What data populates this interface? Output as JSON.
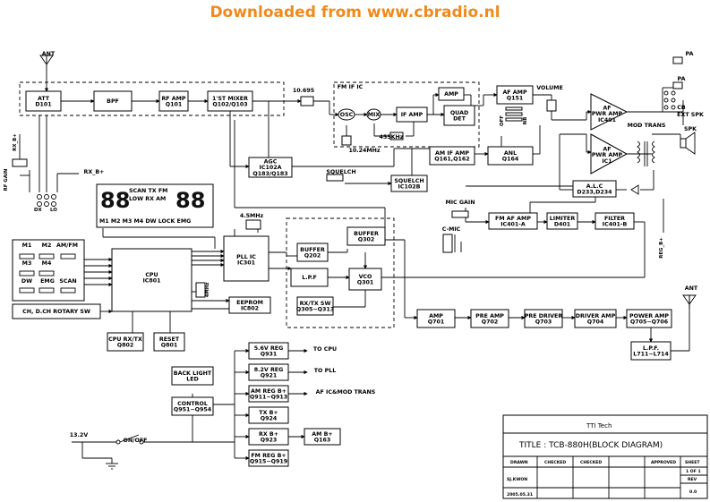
{
  "banner": "Downloaded from www.cbradio.nl",
  "blocks": {
    "att": [
      "ATT",
      "D101"
    ],
    "bpf": [
      "BPF"
    ],
    "rf_amp": [
      "RF AMP",
      "Q101"
    ],
    "mixer1": [
      "1'ST MIXER",
      "Q102/Q103"
    ],
    "filter_10_695": [
      "10.695"
    ],
    "fm_if_ic": [
      "FM IF IC"
    ],
    "osc": [
      "OSC"
    ],
    "mix": [
      "MIX"
    ],
    "xtal_10_24": [
      "10.24MHz"
    ],
    "xtal_455": [
      "455KHz"
    ],
    "if_amp": [
      "IF AMP"
    ],
    "amp_top": [
      "AMP"
    ],
    "quad_det": [
      "QUAD",
      "DET"
    ],
    "af_amp_q151": [
      "AF AMP",
      "Q151"
    ],
    "volume": [
      "VOLUME"
    ],
    "pa_jack": [
      "PA"
    ],
    "ext_spk_jack": [
      "EXT SPK"
    ],
    "spk": [
      "SPK"
    ],
    "af_pwr_amp1": [
      "AF",
      "PWR AMP",
      "IC401"
    ],
    "af_pwr_amp2": [
      "AF",
      "PWR AMP",
      "IC1"
    ],
    "mod_trans": [
      "MOD TRANS"
    ],
    "am_if_amp": [
      "AM IF AMP",
      "Q161,Q162"
    ],
    "anl": [
      "ANL",
      "Q164"
    ],
    "agc": [
      "AGC",
      "IC102A",
      "Q183/Q183"
    ],
    "squelch_pot": [
      "SQUELCH"
    ],
    "squelch_ic": [
      "SQUELCH",
      "IC102B"
    ],
    "rx_b_top": [
      "RX_B+"
    ],
    "rx_b": [
      "RX_B+"
    ],
    "rf_gain": [
      "RF GAIN"
    ],
    "dx_lo": [
      "DX",
      "LO"
    ],
    "alc": [
      "A.L.C",
      "D233,D234"
    ],
    "mic_gain": [
      "MIC GAIN"
    ],
    "c_mic": [
      "C-MIC"
    ],
    "fm_af_amp": [
      "FM AF AMP",
      "IC401-A"
    ],
    "limiter": [
      "LIMITER",
      "D401"
    ],
    "filter_b": [
      "FILTER",
      "IC401-B"
    ],
    "reg_b": [
      "REG_B+"
    ],
    "lcd_top": [
      "SCAN TX FM",
      "LOW RX AM"
    ],
    "lcd_bottom": [
      "M1 M2 M3 M4 DW LOCK EMG"
    ],
    "lcd_digits": "88",
    "xtal_4_5": [
      "4.5MHz"
    ],
    "pll_ic": [
      "PLL IC",
      "IC301"
    ],
    "buffer_q302": [
      "BUFFER",
      "Q302"
    ],
    "buffer_q202": [
      "BUFFER",
      "Q202"
    ],
    "lpf_pll": [
      "L.P.F"
    ],
    "vco": [
      "VCO",
      "Q301"
    ],
    "rxtx_sw": [
      "RX/TX SW",
      "Q305~Q313"
    ],
    "key_m1": [
      "M1"
    ],
    "key_m2": [
      "M2"
    ],
    "key_amfm": [
      "AM/FM"
    ],
    "key_m3": [
      "M3"
    ],
    "key_m4": [
      "M4"
    ],
    "key_dw": [
      "DW"
    ],
    "key_emg": [
      "EMG"
    ],
    "key_scan": [
      "SCAN"
    ],
    "cpu": [
      "CPU",
      "IC801"
    ],
    "xtal_4mhz": [
      "4MHz"
    ],
    "rotary_sw": [
      "CH, D.CH ROTARY SW"
    ],
    "eeprom": [
      "EEPROM",
      "IC802"
    ],
    "cpu_rxtx": [
      "CPU RX/TX",
      "Q802"
    ],
    "reset": [
      "RESET",
      "Q801"
    ],
    "tx_amp": [
      "AMP",
      "Q701"
    ],
    "pre_amp": [
      "PRE AMP",
      "Q702"
    ],
    "pre_driver": [
      "PRE DRIVER",
      "Q703"
    ],
    "driver_amp": [
      "DRIVER AMP",
      "Q704"
    ],
    "power_amp": [
      "POWER AMP",
      "Q705~Q706"
    ],
    "lpf_tx": [
      "L.P.F.",
      "L711~L714"
    ],
    "ant_top": [
      "ANT"
    ],
    "ant_right": [
      "ANT"
    ],
    "back_light": [
      "BACK LIGHT",
      "LED"
    ],
    "control": [
      "CONTROL",
      "Q951~Q954"
    ],
    "reg_5_6": [
      "5.6V REG",
      "Q931"
    ],
    "reg_8_2": [
      "8.2V REG",
      "Q921"
    ],
    "am_reg": [
      "AM REG B+",
      "Q911~Q913"
    ],
    "tx_b": [
      "TX B+",
      "Q924"
    ],
    "rx_b_q923": [
      "RX B+",
      "Q923"
    ],
    "am_q163": [
      "AM B+",
      "Q163"
    ],
    "fm_reg": [
      "FM REG B+",
      "Q915~Q919"
    ],
    "to_cpu": [
      "TO CPU"
    ],
    "to_pll": [
      "TO PLL"
    ],
    "to_af": [
      "AF IC&MOD TRANS"
    ],
    "v13_2": [
      "13.2V"
    ],
    "on_off": [
      "ON/OFF"
    ],
    "switch_off": [
      "OFF"
    ],
    "switch_pa": [
      "PA"
    ],
    "switch_cb": [
      "CB"
    ],
    "switch_nb": [
      "NB"
    ]
  },
  "title_block": {
    "company": "TTI Tech",
    "title": "TITLE : TCB-880H(BLOCK DIAGRAM)",
    "headers": [
      "DRAWN",
      "CHECKED",
      "CHECKED",
      "APPROVED",
      "SHEET"
    ],
    "drawn_by": "SJ.KWON",
    "date": "2005.05.31",
    "sheet": "1 OF 1",
    "rev_label": "REV",
    "rev": "0.0"
  }
}
